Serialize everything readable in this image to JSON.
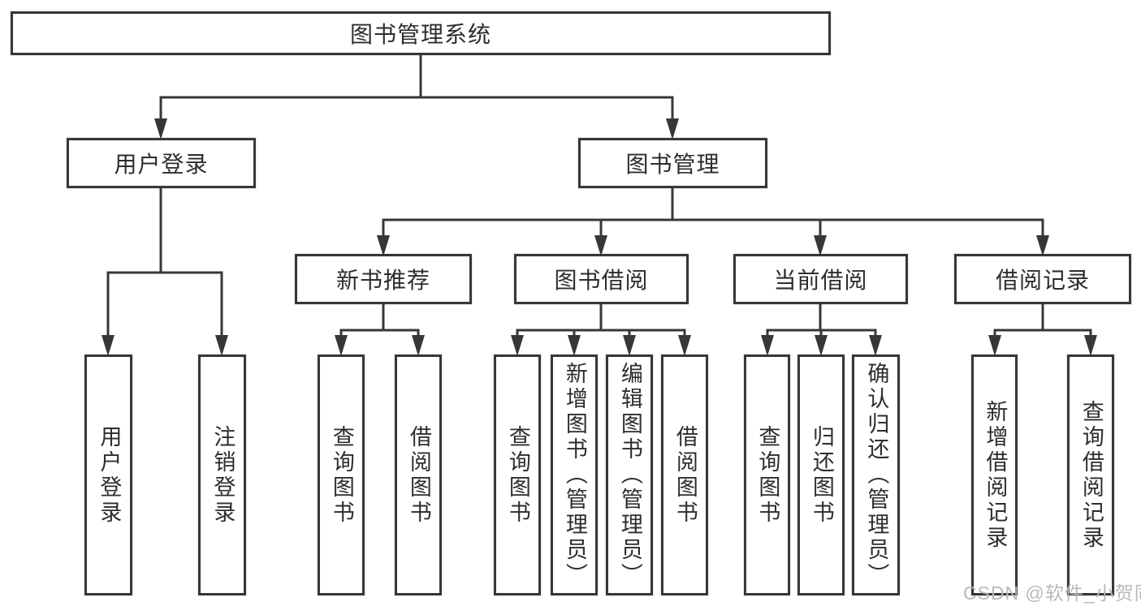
{
  "diagram": {
    "root": {
      "label": "图书管理系统"
    },
    "branches": [
      {
        "label": "用户登录",
        "leaves": [
          "用户登录",
          "注销登录"
        ]
      },
      {
        "label": "图书管理",
        "groups": [
          {
            "label": "新书推荐",
            "leaves": [
              "查询图书",
              "借阅图书"
            ]
          },
          {
            "label": "图书借阅",
            "leaves": [
              "查询图书",
              "新增图书（管理员）",
              "编辑图书（管理员）",
              "借阅图书"
            ]
          },
          {
            "label": "当前借阅",
            "leaves": [
              "查询图书",
              "归还图书",
              "确认归还（管理员）"
            ]
          },
          {
            "label": "借阅记录",
            "leaves": [
              "新增借阅记录",
              "查询借阅记录"
            ]
          }
        ]
      }
    ]
  },
  "watermark": {
    "text": "CSDN @软件_小贺同学"
  },
  "colors": {
    "line": "#373737",
    "box_border": "#373737",
    "text": "#2d2d2d",
    "watermark": "#b9b9b9",
    "background": "#ffffff"
  }
}
